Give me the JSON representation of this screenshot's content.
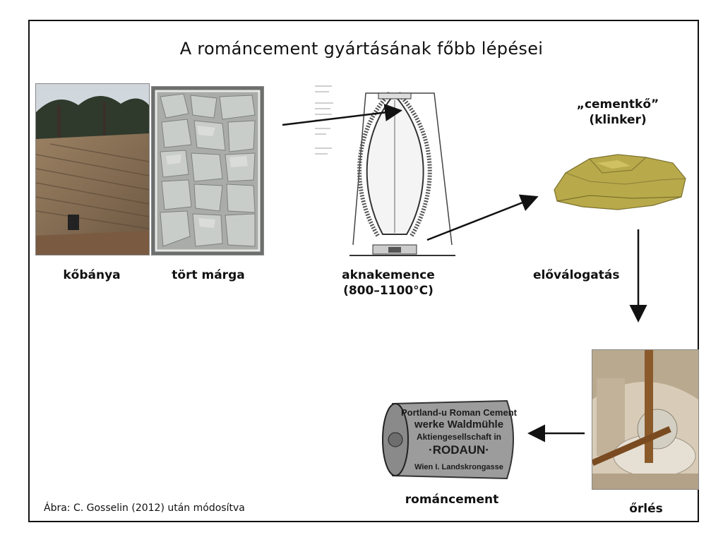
{
  "title": "A románcement gyártásának főbb lépései",
  "steps": {
    "quarry": "kőbánya",
    "crushed": "tört márga",
    "kiln_line1": "aknakemence",
    "kiln_line2": "(800–1100°C)",
    "clinker_line1": "„cementkő”",
    "clinker_line2": "(klinker)",
    "preselection": "előválogatás",
    "grinding": "őrlés",
    "product": "románcement"
  },
  "barrel": {
    "line1": "Portland-u Roman Cement",
    "line2": "werke Waldmühle",
    "line3": "Aktiengesellschaft in",
    "line4": "·RODAUN·",
    "line5": "Wien I. Landskrongasse"
  },
  "credit": "Ábra: C. Gosselin (2012) után módosítva",
  "colors": {
    "clinker": "#b8a94a",
    "rock": "#c9cdc9",
    "quarry_soil": "#8a7358",
    "frame": "#111111"
  }
}
